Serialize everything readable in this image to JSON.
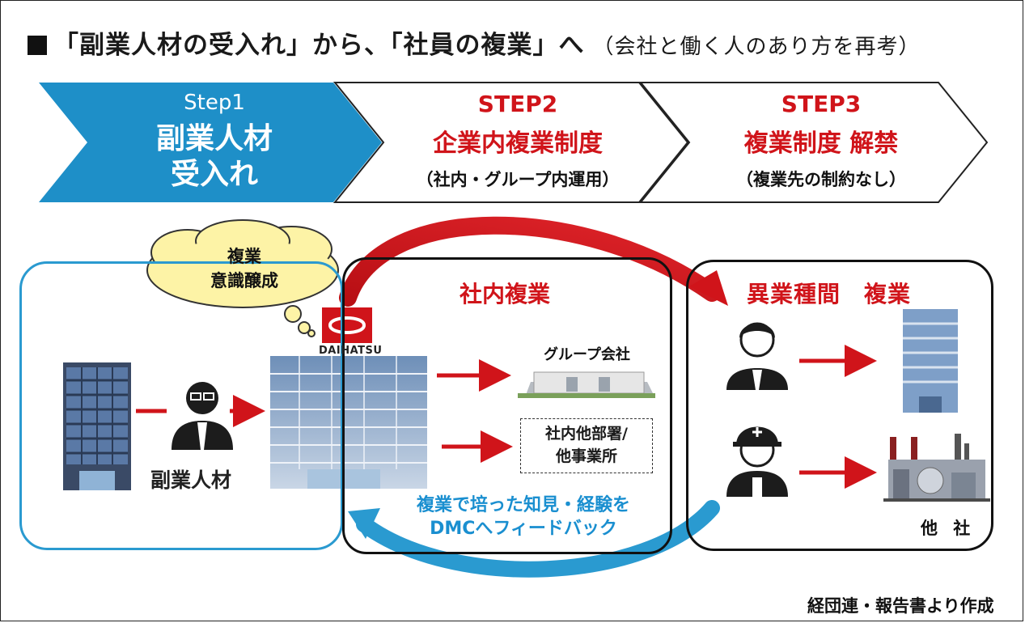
{
  "title": {
    "main": "「副業人材の受入れ」から、「社員の複業」へ",
    "sub": "（会社と働く人のあり方を再考）"
  },
  "steps": [
    {
      "label": "Step1",
      "main_lines": [
        "副業人材",
        "受入れ"
      ],
      "sub": ""
    },
    {
      "label": "STEP2",
      "main_lines": [
        "企業内複業制度"
      ],
      "sub": "（社内・グループ内運用）"
    },
    {
      "label": "STEP3",
      "main_lines": [
        "複業制度 解禁"
      ],
      "sub": "（複業先の制約なし）"
    }
  ],
  "left_box": {
    "cloud_lines": [
      "複業",
      "意識醸成"
    ],
    "person_label": "副業人材",
    "company_logo_text": "DAIHATSU"
  },
  "mid_box": {
    "title": "社内複業",
    "group_label": "グループ会社",
    "dept_lines": [
      "社内他部署/",
      "他事業所"
    ],
    "feedback_lines": [
      "複業で培った知見・経験を",
      "DMCへフィードバック"
    ]
  },
  "right_box": {
    "title": "異業種間　複業",
    "company_label": "他 社"
  },
  "source": "経団連・報告書より作成",
  "colors": {
    "step1_fill": "#1e8fc8",
    "accent_red": "#d0141a",
    "accent_blue": "#2a9ad0"
  }
}
